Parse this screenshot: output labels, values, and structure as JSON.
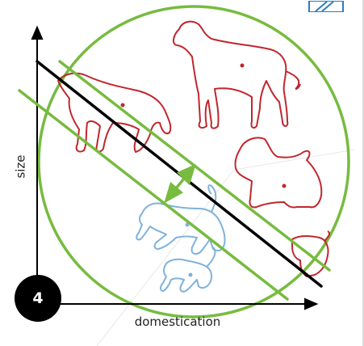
{
  "axes": {
    "y_label": "size",
    "x_label": "domestication"
  },
  "badge": {
    "number": "4"
  },
  "colors": {
    "dog": "#c0272d",
    "cat": "#7fb2dc",
    "green": "#77bb3f",
    "axis": "#000000",
    "corner": "#2a7bc0"
  }
}
